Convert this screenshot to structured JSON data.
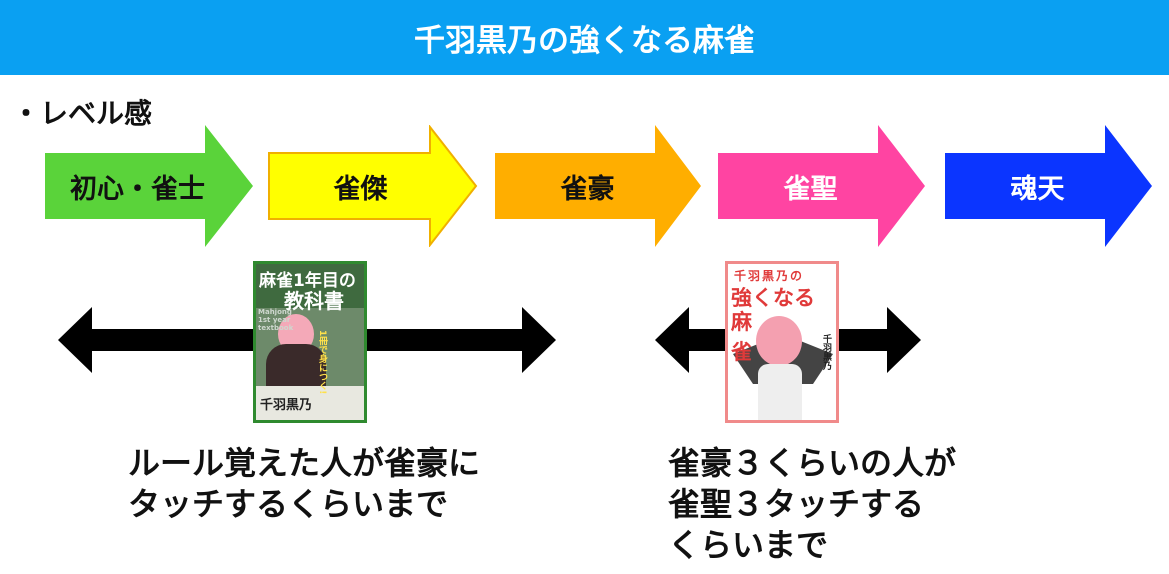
{
  "header": {
    "title": "千羽黒乃の強くなる麻雀"
  },
  "bullet": "・レベル感",
  "levels": [
    {
      "label": "初心・雀士",
      "color": "#5ad33a",
      "text_color": "#111111"
    },
    {
      "label": "雀傑",
      "color": "#ffff00",
      "text_color": "#111111"
    },
    {
      "label": "雀豪",
      "color": "#ffae00",
      "text_color": "#111111"
    },
    {
      "label": "雀聖",
      "color": "#ff44a2",
      "text_color": "#ffffff"
    },
    {
      "label": "魂天",
      "color": "#0b35ff",
      "text_color": "#ffffff"
    }
  ],
  "books": [
    {
      "title_line1": "麻雀1年目の",
      "title_line2": "教科書",
      "subtitle": "Mahjong 1st year textbook",
      "tagline": "1冊で身につく!",
      "author": "千羽黒乃"
    },
    {
      "title_line1": "千羽黒乃の",
      "title_line2": "強くなる",
      "title_line3": "麻雀",
      "author": "千羽黒乃"
    }
  ],
  "descriptions": [
    {
      "lines": [
        "ルール覚えた人が雀豪に",
        "タッチするくらいまで"
      ]
    },
    {
      "lines": [
        "雀豪３くらいの人が",
        "雀聖３タッチする",
        "くらいまで"
      ]
    }
  ]
}
